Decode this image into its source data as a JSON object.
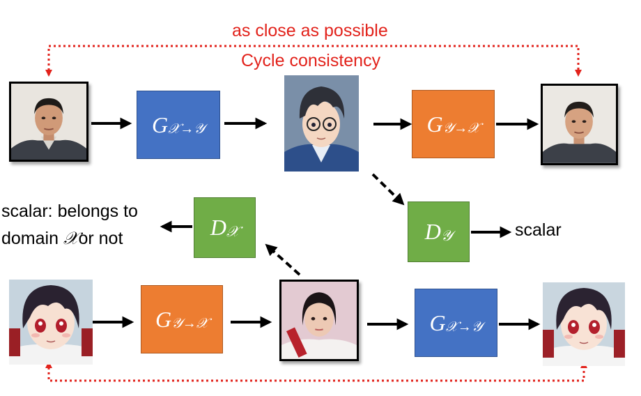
{
  "labels": {
    "close": "as close as possible",
    "cycle": "Cycle consistency",
    "scalar_left_line1": "scalar: belongs to",
    "scalar_left_line2_pre": "domain ",
    "scalar_left_line2_sym": "𝒳",
    "scalar_left_line2_post": "or not",
    "scalar_right": "scalar"
  },
  "boxes": {
    "g_xy_top": {
      "main": "G",
      "sub": "𝒳→𝒴"
    },
    "g_yx_top": {
      "main": "G",
      "sub": "𝒴→𝒳"
    },
    "d_x": {
      "main": "D",
      "sub": "𝒳"
    },
    "d_y": {
      "main": "D",
      "sub": "𝒴"
    },
    "g_yx_bottom": {
      "main": "G",
      "sub": "𝒴→𝒳"
    },
    "g_xy_bottom": {
      "main": "G",
      "sub": "𝒳→𝒴"
    }
  },
  "colors": {
    "blue": "#4472c4",
    "orange": "#ed7d31",
    "green": "#70ad47",
    "red_text": "#e2221b",
    "red_dot": "#e2221b"
  }
}
